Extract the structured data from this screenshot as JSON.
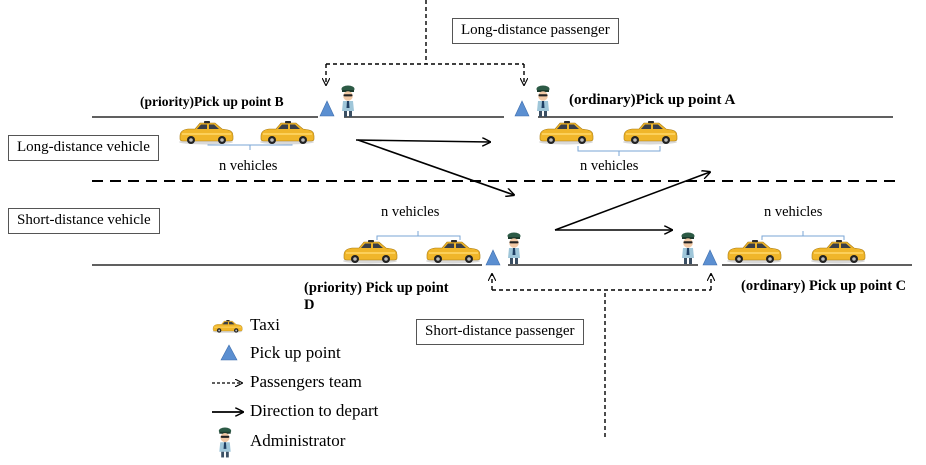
{
  "labels": {
    "long_passenger": "Long-distance passenger",
    "short_passenger": "Short-distance passenger",
    "long_vehicle": "Long-distance vehicle",
    "short_vehicle": "Short-distance vehicle",
    "point_b": "(priority)Pick up point B",
    "point_a": "(ordinary)Pick up point A",
    "point_d_line1": "(priority) Pick up point",
    "point_d_line2": "D",
    "point_c": "(ordinary) Pick up point C",
    "n_vehicles": "n vehicles"
  },
  "legend": {
    "taxi": "Taxi",
    "pickup": "Pick up point",
    "team": "Passengers team",
    "direction": "Direction to depart",
    "admin": "Administrator"
  },
  "colors": {
    "taxi_body": "#f0b62a",
    "pickup_point": "#5b8fd1",
    "admin_hat": "#2c5a45",
    "brace": "#7aa6d6"
  },
  "icons": [
    "taxi-icon",
    "pickup-point-icon",
    "administrator-icon"
  ]
}
